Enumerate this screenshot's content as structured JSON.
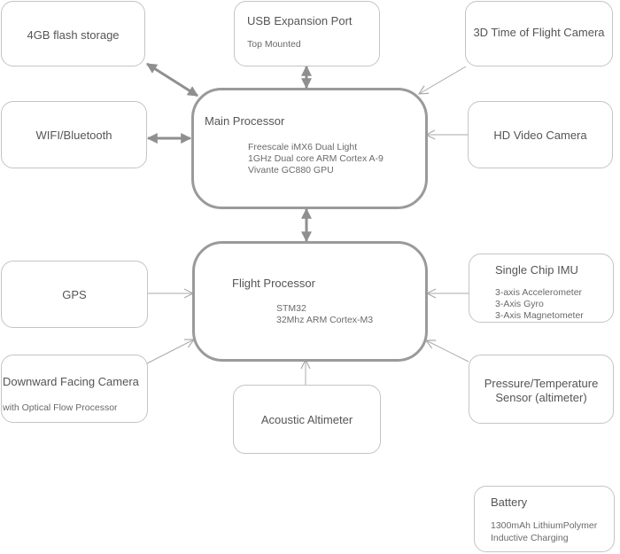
{
  "nodes": {
    "flash_storage": {
      "title": "4GB flash storage"
    },
    "usb_port": {
      "title": "USB Expansion Port",
      "detail": "Top Mounted"
    },
    "tof_camera": {
      "title": "3D Time of Flight Camera"
    },
    "wifi_bt": {
      "title": "WIFI/Bluetooth"
    },
    "main_processor": {
      "title": "Main Processor",
      "details": [
        "Freescale iMX6 Dual Light",
        "1GHz Dual core ARM Cortex A-9",
        "Vivante GC880 GPU"
      ]
    },
    "hd_camera": {
      "title": "HD Video Camera"
    },
    "gps": {
      "title": "GPS"
    },
    "flight_processor": {
      "title": "Flight Processor",
      "details": [
        "STM32",
        "32Mhz ARM Cortex-M3"
      ]
    },
    "imu": {
      "title": "Single Chip IMU",
      "details": [
        "3-axis Accelerometer",
        "3-Axis Gyro",
        "3-Axis Magnetometer"
      ]
    },
    "downward_camera": {
      "title": "Downward Facing Camera",
      "detail": "with Optical Flow Processor"
    },
    "acoustic_altimeter": {
      "title": "Acoustic Altimeter"
    },
    "pressure_sensor": {
      "title": [
        "Pressure/Temperature",
        "Sensor (altimeter)"
      ]
    },
    "battery": {
      "title": "Battery",
      "details": [
        "1300mAh LithiumPolymer",
        "Inductive Charging"
      ]
    }
  },
  "colors": {
    "border": "#c4c4c4",
    "main_border": "#9a9a9a",
    "thick_arrow": "#8f8f8f",
    "thin_arrow": "#aaaaaa",
    "text": "#555555"
  }
}
